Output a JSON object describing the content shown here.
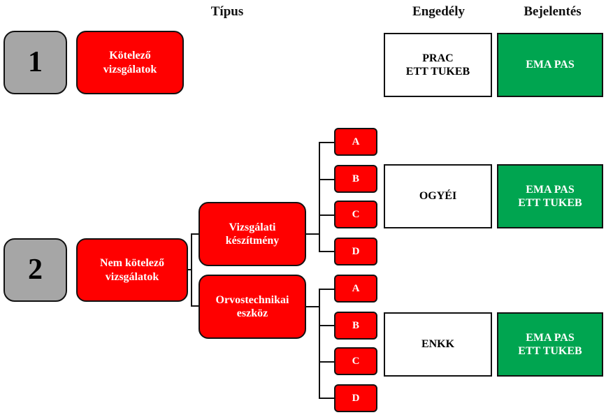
{
  "headers": {
    "tipus": "Típus",
    "engedely": "Engedély",
    "bejelentes": "Bejelentés"
  },
  "row1": {
    "number": "1",
    "type_label": "Kötelező vizsgálatok",
    "permit_line1": "PRAC",
    "permit_line2": "ETT TUKEB",
    "notification": "EMA PAS"
  },
  "row2": {
    "number": "2",
    "type_label": "Nem kötelező vizsgálatok",
    "branch1": {
      "label": "Vizsgálati készítmény",
      "subtypes": [
        "A",
        "B",
        "C",
        "D"
      ],
      "permit": "OGYÉI",
      "notification_line1": "EMA PAS",
      "notification_line2": "ETT TUKEB"
    },
    "branch2": {
      "label": "Orvostechnikai eszköz",
      "subtypes": [
        "A",
        "B",
        "C",
        "D"
      ],
      "permit": "ENKK",
      "notification_line1": "EMA PAS",
      "notification_line2": "ETT TUKEB"
    }
  },
  "colors": {
    "red": "#ff0000",
    "green": "#00a550",
    "gray": "#a6a6a6"
  }
}
